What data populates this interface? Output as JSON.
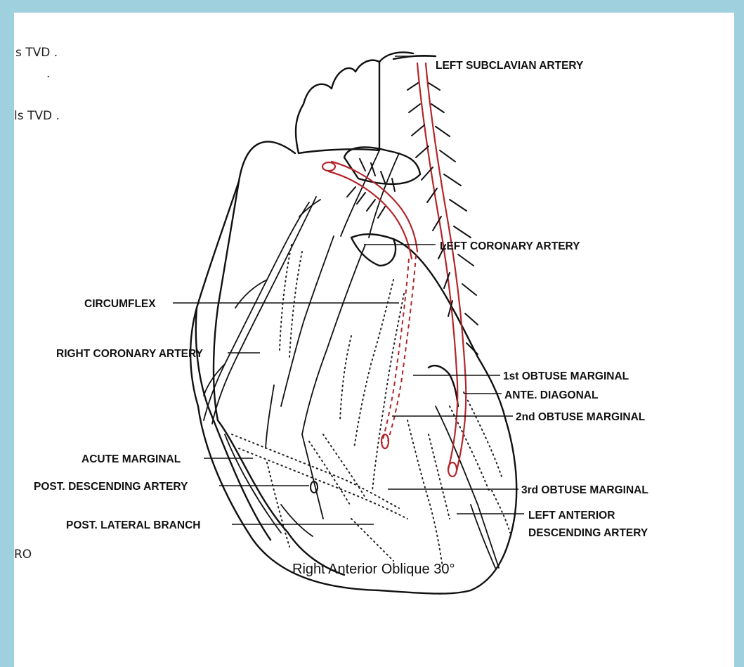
{
  "caption": "Right Anterior Oblique 30°",
  "handwriting": [
    "s TVD .",
    "ls TVD .",
    "RO",
    "."
  ],
  "labels": {
    "left_subclavian_artery": "LEFT SUBCLAVIAN ARTERY",
    "left_coronary_artery": "LEFT CORONARY ARTERY",
    "circumflex": "CIRCUMFLEX",
    "right_coronary_artery": "RIGHT CORONARY ARTERY",
    "first_obtuse_marginal": "1st OBTUSE MARGINAL",
    "ante_diagonal": "ANTE. DIAGONAL",
    "second_obtuse_marginal": "2nd OBTUSE MARGINAL",
    "acute_marginal": "ACUTE MARGINAL",
    "post_descending_artery": "POST. DESCENDING ARTERY",
    "third_obtuse_marginal": "3rd OBTUSE MARGINAL",
    "post_lateral_branch": "POST. LATERAL BRANCH",
    "left_anterior_descending_line1": "LEFT ANTERIOR",
    "left_anterior_descending_line2": "DESCENDING ARTERY"
  },
  "colors": {
    "frame": "#9fd0de",
    "paper": "#ffffff",
    "ink": "#111111",
    "catheter": "#b3262b"
  }
}
